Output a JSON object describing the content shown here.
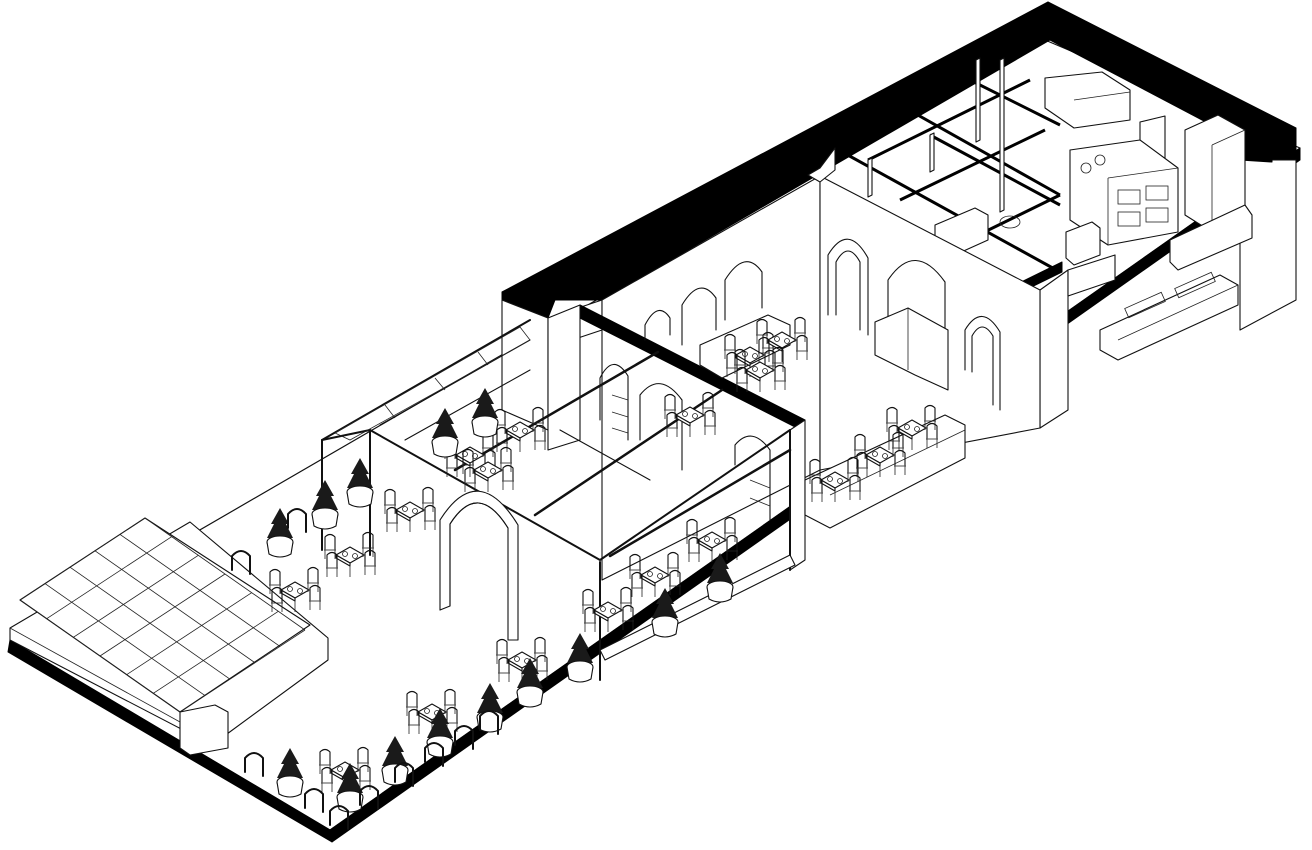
{
  "drawing": {
    "style": "isometric line drawing",
    "colors": {
      "line": "#111111",
      "fill": "#ffffff",
      "solid_wall": "#000000"
    }
  },
  "zones": [
    {
      "id": "solar-roof",
      "label": ""
    },
    {
      "id": "outdoor-terrace",
      "label": ""
    },
    {
      "id": "pergola-dining",
      "label": ""
    },
    {
      "id": "indoor-dining",
      "label": ""
    },
    {
      "id": "restrooms",
      "label": ""
    },
    {
      "id": "kitchen",
      "label": ""
    }
  ]
}
